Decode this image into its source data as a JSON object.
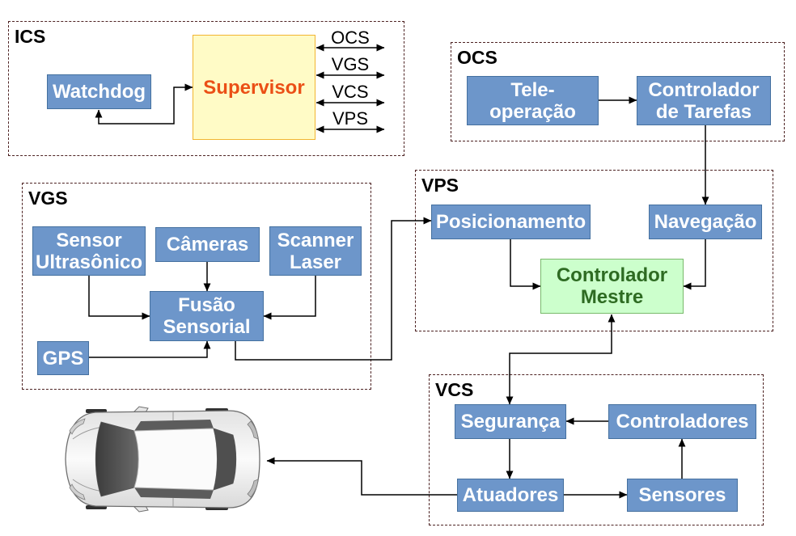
{
  "colors": {
    "block_fill": "#6d96ca",
    "block_border": "#44709f",
    "block_text": "#ffffff",
    "supervisor_fill": "#fffbc6",
    "supervisor_border": "#f2b531",
    "supervisor_text": "#eb4f16",
    "master_fill": "#ccffcc",
    "master_border": "#79b96b",
    "master_text": "#2e6b22",
    "frame_border": "#4d2222"
  },
  "ics": {
    "label": "ICS",
    "watchdog": "Watchdog",
    "supervisor": "Supervisor",
    "interfaces": [
      "OCS",
      "VGS",
      "VCS",
      "VPS"
    ]
  },
  "ocs": {
    "label": "OCS",
    "teleoperation": [
      "Tele-",
      "operação"
    ],
    "task_controller": [
      "Controlador",
      "de Tarefas"
    ]
  },
  "vgs": {
    "label": "VGS",
    "ultrasonic_sensor": [
      "Sensor",
      "Ultrasônico"
    ],
    "cameras": "Câmeras",
    "laser_scanner": [
      "Scanner",
      "Laser"
    ],
    "sensor_fusion": [
      "Fusão",
      "Sensorial"
    ],
    "gps": "GPS"
  },
  "vps": {
    "label": "VPS",
    "positioning": "Posicionamento",
    "navigation": "Navegação",
    "master_controller": [
      "Controlador",
      "Mestre"
    ]
  },
  "vcs": {
    "label": "VCS",
    "safety": "Segurança",
    "controllers": "Controladores",
    "actuators": "Atuadores",
    "sensors": "Sensores"
  },
  "vehicle": {
    "icon": "car-top-view"
  }
}
